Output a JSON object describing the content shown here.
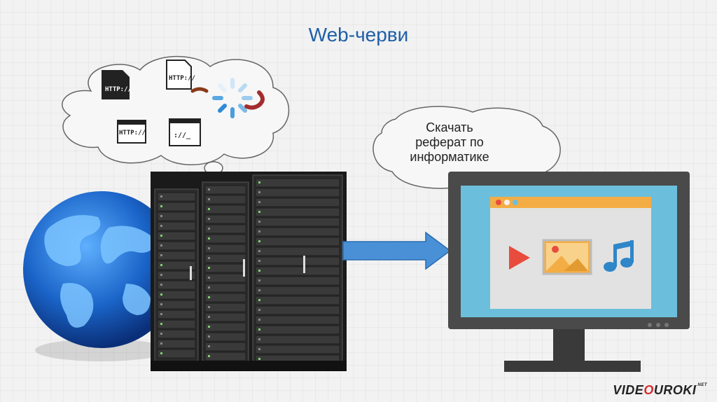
{
  "slide": {
    "title": "Web-черви",
    "bubble_lines": [
      "Скачать",
      "реферат по",
      "информатике"
    ],
    "logo_parts": {
      "a": "VIDE",
      "o": "O",
      "b": "UROKI",
      "net": ".NET"
    }
  },
  "thought_icons": [
    {
      "name": "http-file-icon-dark",
      "label": "HTTP://"
    },
    {
      "name": "http-file-icon-light",
      "label": "HTTP://"
    },
    {
      "name": "http-window-icon",
      "label": "HTTP://"
    },
    {
      "name": "terminal-window-icon",
      "label": "://_"
    }
  ],
  "colors": {
    "title": "#1f5fa8",
    "arrow": "#4a90d6",
    "monitor_frame": "#4a4a4a",
    "screen_bg": "#6cbfdc",
    "browser_bar": "#f4ad44",
    "play": "#e84c3d",
    "music": "#2f86c9"
  }
}
